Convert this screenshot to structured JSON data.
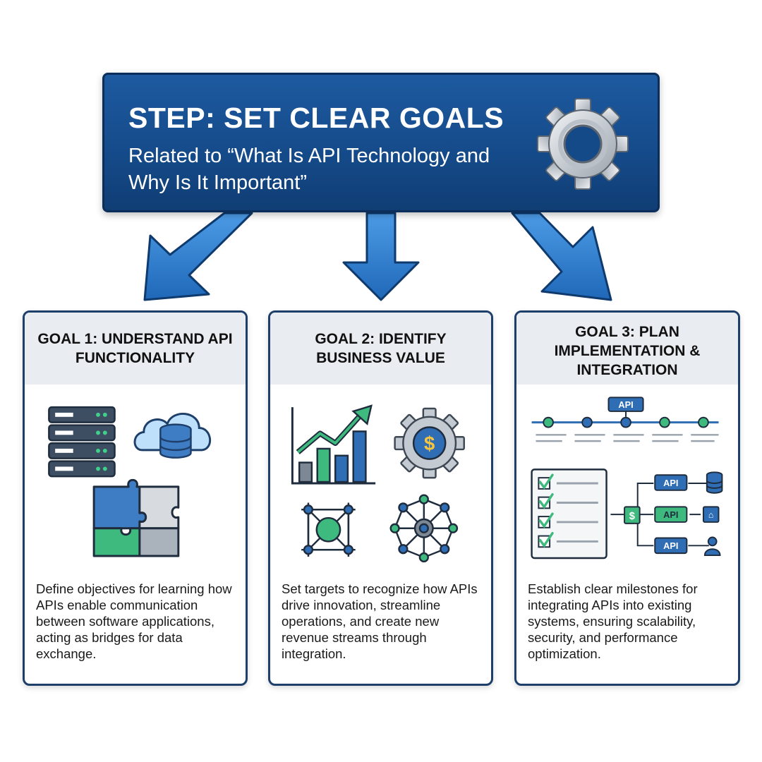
{
  "header": {
    "title": "STEP: SET CLEAR GOALS",
    "subtitle": "Related to “What Is API Technology and Why Is It Important”",
    "icon": "gear-icon"
  },
  "goals": [
    {
      "title": "GOAL 1: UNDERSTAND API FUNCTIONALITY",
      "description": "Define objectives for learning how APIs enable communication between software applications, acting as bridges for data exchange.",
      "icons": [
        "server-rack-icon",
        "cloud-database-icon",
        "puzzle-icon"
      ]
    },
    {
      "title": "GOAL 2: IDENTIFY BUSINESS VALUE",
      "description": "Set targets to recognize how APIs drive innovation, streamline operations, and create new revenue streams through integration.",
      "icons": [
        "growth-chart-icon",
        "dollar-gear-icon",
        "network-grid-icon",
        "hub-network-icon"
      ]
    },
    {
      "title": "GOAL 3: PLAN IMPLEMENTATION & INTEGRATION",
      "description": "Establish clear milestones for integrating APIs into existing systems, ensuring scalability, security, and performance optimization.",
      "icons": [
        "timeline-icon",
        "checklist-icon",
        "api-flow-icon"
      ],
      "timeline_label": "API",
      "flow_labels": [
        "API",
        "API",
        "API"
      ],
      "flow_dollar": "$"
    }
  ],
  "colors": {
    "header_blue": "#154a89",
    "arrow_blue": "#2f7fd0",
    "card_border": "#1e3f69",
    "accent_green": "#3fba7e",
    "accent_blue": "#2f6db5"
  }
}
